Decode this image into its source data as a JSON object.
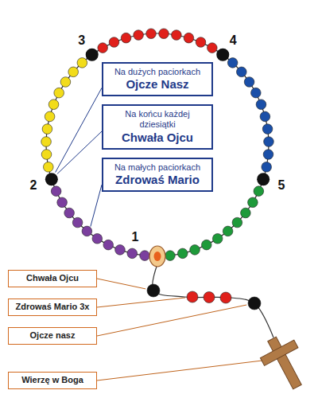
{
  "diagram": {
    "nodes": [
      {
        "text": [
          "Na dużych paciorkach",
          "Ojcze Nasz"
        ]
      },
      {
        "text": [
          "Na końcu każdej dziesiątki",
          "Chwała Ojcu"
        ]
      },
      {
        "text": [
          "Na małych paciorkach",
          "Zdrowaś Mario"
        ]
      },
      {
        "text": [
          "Chwała Ojcu"
        ]
      },
      {
        "text": [
          "Zdrowaś Mario 3x"
        ]
      },
      {
        "text": [
          "Ojcze nasz"
        ]
      },
      {
        "text": [
          "Wierzę w Boga"
        ]
      }
    ],
    "labels": [
      "1",
      "2",
      "3",
      "4",
      "5"
    ]
  }
}
